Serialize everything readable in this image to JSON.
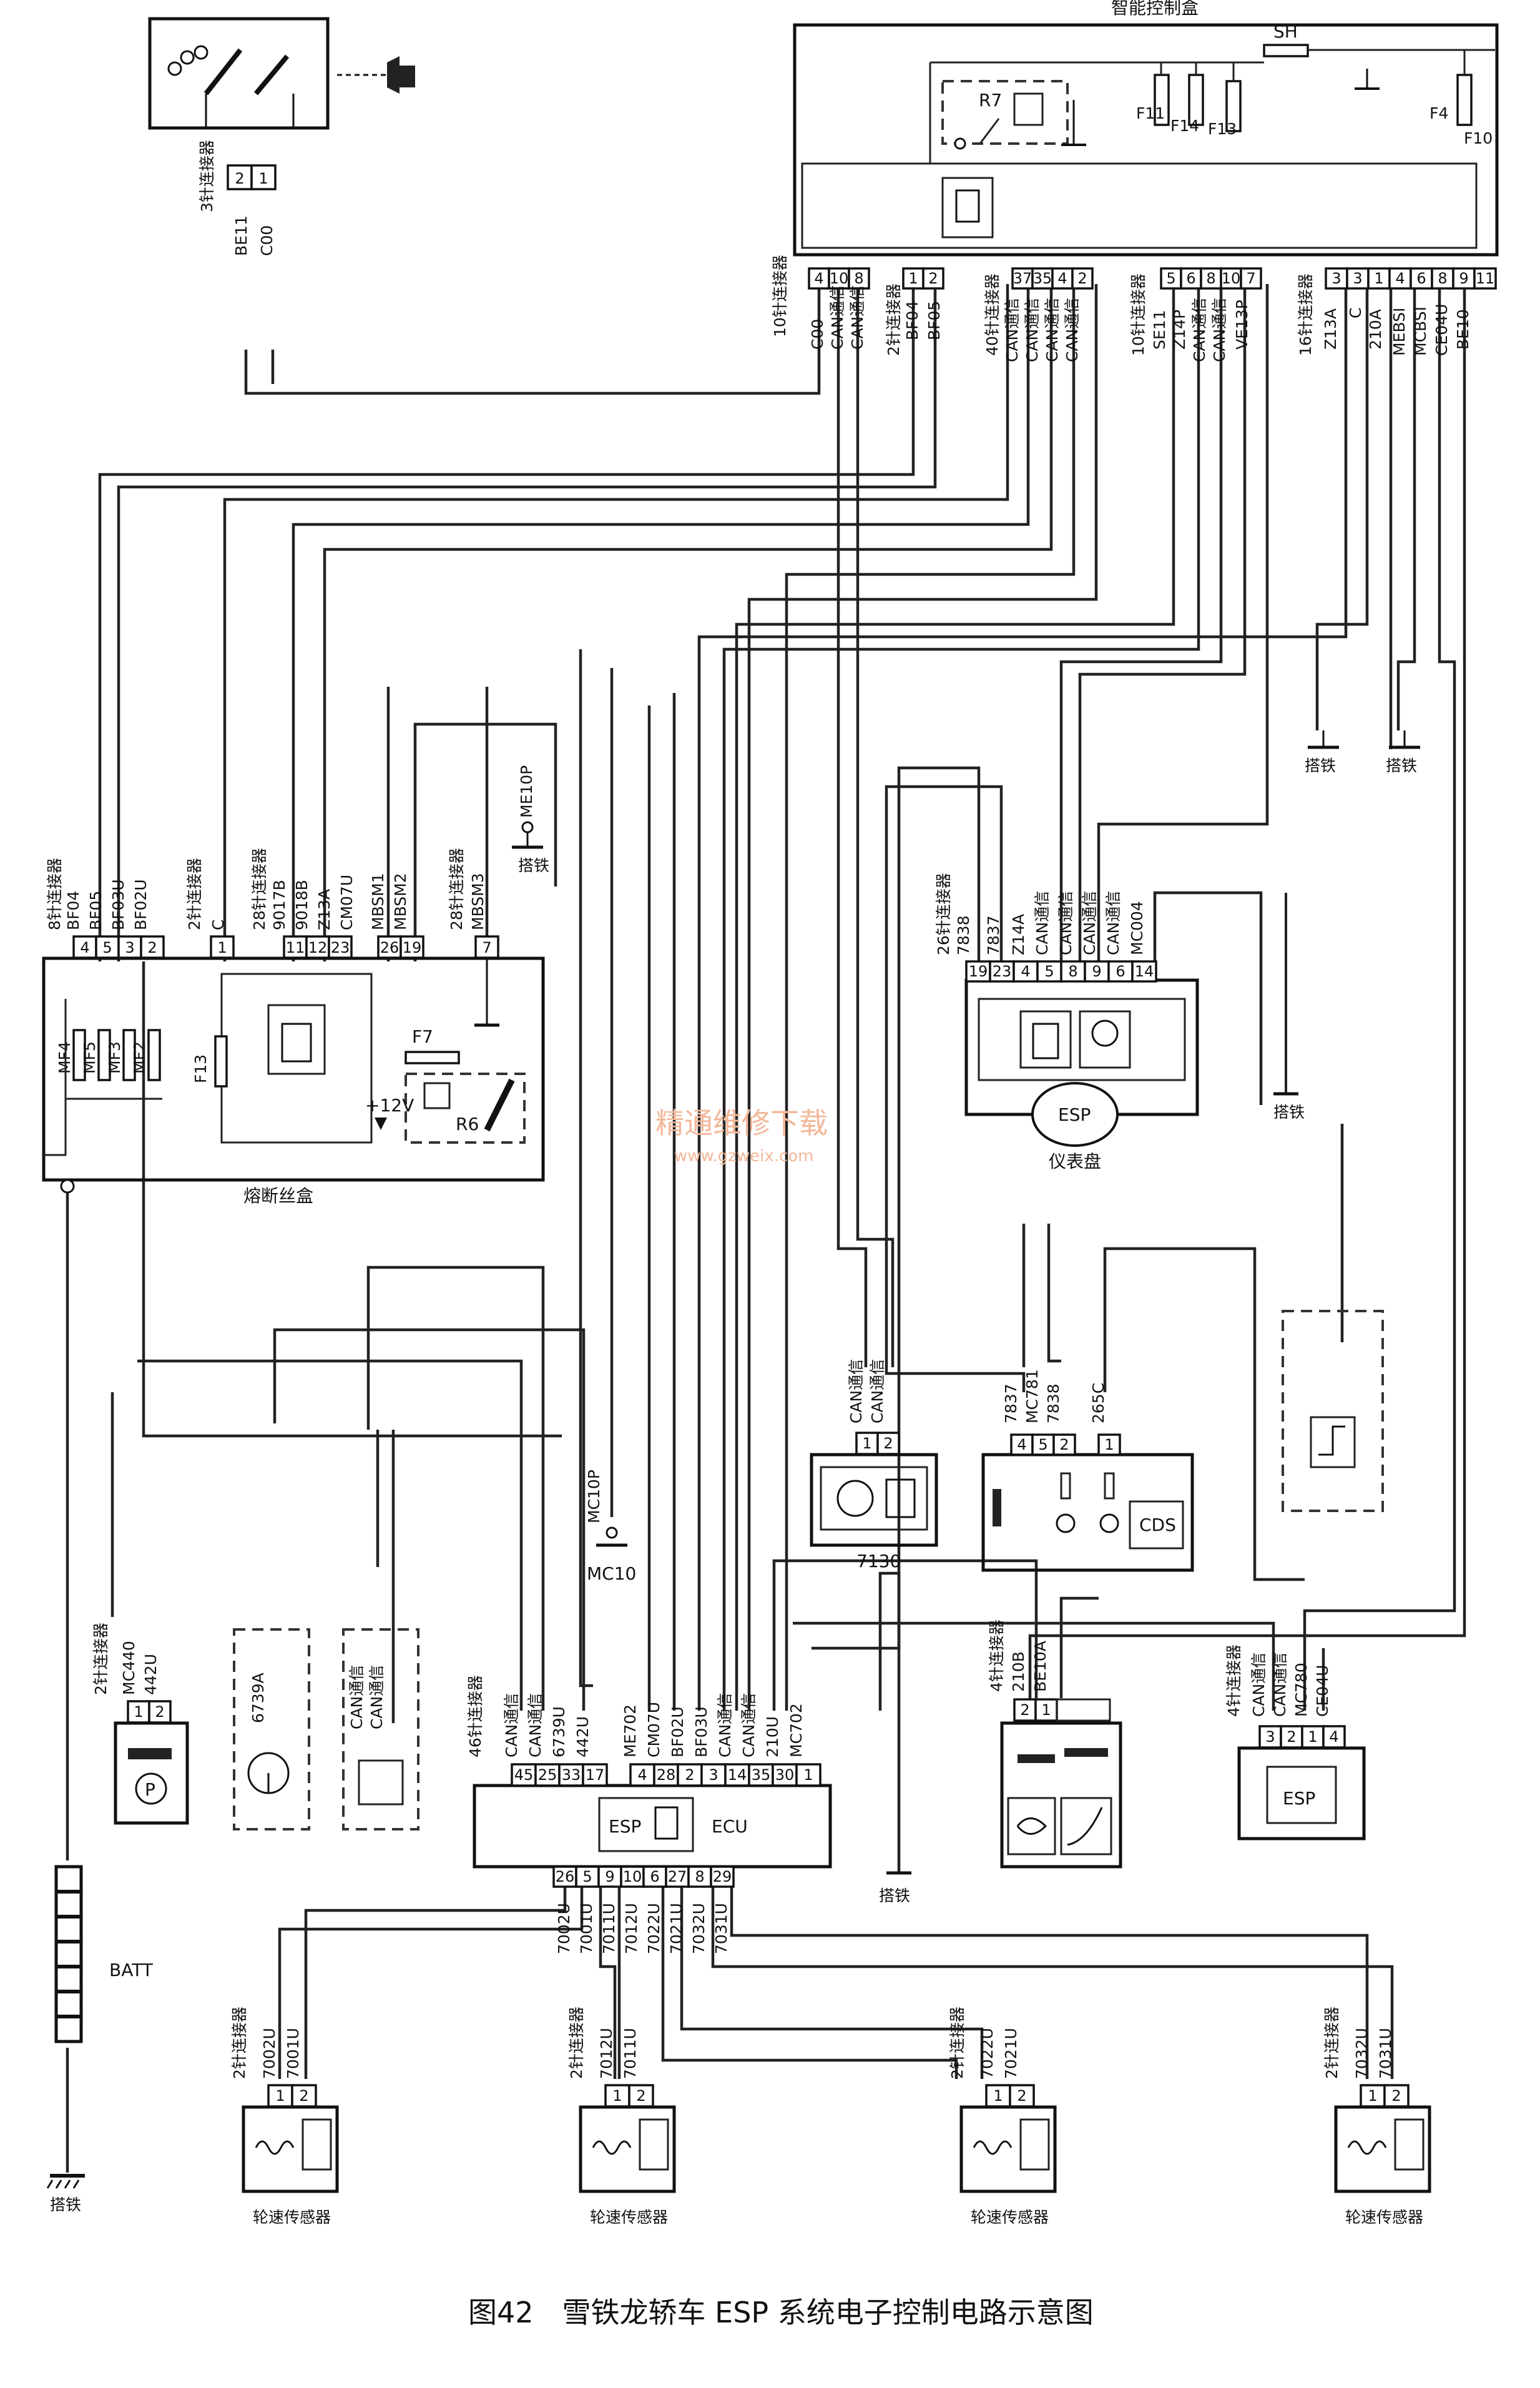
{
  "caption": "图42　雪铁龙轿车 ESP 系统电子控制电路示意图",
  "watermark": {
    "main": "精通维修下载",
    "url": "www.gzweix.com"
  },
  "bsi": {
    "title": "智能控制盒",
    "fuses": [
      "F11",
      "F14",
      "F13",
      "F4",
      "F10"
    ],
    "shunt": "SH",
    "relay": "R7",
    "conn10a": {
      "name": "10针连接器",
      "pins": [
        "4",
        "10",
        "8"
      ],
      "wires": [
        "C00",
        "CAN通信",
        "CAN通信"
      ]
    },
    "conn2": {
      "name": "2针连接器",
      "pins": [
        "1",
        "2"
      ],
      "wires": [
        "BF04",
        "BF05"
      ]
    },
    "conn40": {
      "name": "40针连接器",
      "pins": [
        "37",
        "35",
        "4",
        "2"
      ],
      "wires": [
        "CAN通信",
        "CAN通信",
        "CAN通信",
        "CAN通信"
      ]
    },
    "conn10b": {
      "name": "10针连接器",
      "pins": [
        "5",
        "6",
        "8",
        "10",
        "7"
      ],
      "wires": [
        "SE11",
        "Z14P",
        "CAN通信",
        "CAN通信",
        "VE13P"
      ]
    },
    "conn16": {
      "name": "16针连接器",
      "pins": [
        "3",
        "3",
        "1",
        "4",
        "6",
        "8",
        "9",
        "11"
      ],
      "wires": [
        "Z13A",
        "C",
        "210A",
        "MEBSI",
        "MCBSI",
        "CE04U",
        "BE10"
      ]
    }
  },
  "switch3": {
    "name": "3针连接器",
    "pins": [
      "2",
      "1"
    ],
    "wires": [
      "BE11",
      "C00"
    ]
  },
  "fusebox": {
    "title": "熔断丝盒",
    "conn8": {
      "name": "8针连接器",
      "pins": [
        "4",
        "5",
        "3",
        "2"
      ],
      "wires": [
        "BF04",
        "BF05",
        "BF03U",
        "BF02U"
      ]
    },
    "conn2": {
      "name": "2针连接器",
      "pins": [
        "1"
      ],
      "wires": [
        "C"
      ]
    },
    "conn28a": {
      "name": "28针连接器",
      "pins": [
        "11",
        "12",
        "23",
        "26",
        "19"
      ],
      "wires": [
        "9017B",
        "9018B",
        "Z13A",
        "CM07U",
        "MBSM1",
        "MBSM2"
      ]
    },
    "conn28b": {
      "name": "28针连接器",
      "pins": [
        "7"
      ],
      "wires": [
        "MBSM3"
      ]
    },
    "fuses": [
      "MF4",
      "MF5",
      "MF3",
      "MF2",
      "F13",
      "F7"
    ],
    "relay": "R6",
    "voltage": "+12V"
  },
  "ground_me10p": {
    "code": "ME10P",
    "label": "搭铁"
  },
  "cluster": {
    "title": "仪表盘",
    "conn": {
      "name": "26针连接器",
      "pins": [
        "19",
        "23",
        "4",
        "5",
        "8",
        "9",
        "6",
        "14"
      ],
      "wires": [
        "7838",
        "7837",
        "Z14A",
        "CAN通信",
        "CAN通信",
        "CAN通信",
        "CAN通信",
        "MC004"
      ]
    },
    "badge": "ESP",
    "ground": "搭铁"
  },
  "grounds_top": [
    "搭铁",
    "搭铁"
  ],
  "unit7130": {
    "title": "7130",
    "pins": [
      "1",
      "2"
    ],
    "wires": [
      "CAN通信",
      "CAN通信"
    ]
  },
  "cds_unit": {
    "pins": [
      "4",
      "5",
      "2",
      "1"
    ],
    "wires": [
      "7837",
      "MC781",
      "7838",
      "265C"
    ],
    "label": "CDS"
  },
  "mc10p": {
    "code": "MC10P",
    "label": "MC10"
  },
  "handbrake": {
    "name": "2针连接器",
    "pins": [
      "1",
      "2"
    ],
    "wires": [
      "MC440",
      "442U"
    ],
    "symbol": "P"
  },
  "sensor_6739": {
    "wire": "6739A"
  },
  "sensor_can": {
    "wires": [
      "CAN通信",
      "CAN通信"
    ]
  },
  "ecu": {
    "title": "ECU",
    "badge": "ESP",
    "top_conn": {
      "name": "46针连接器",
      "pins": [
        "45",
        "25",
        "33",
        "17",
        "4",
        "28",
        "2",
        "3",
        "14",
        "35",
        "30",
        "1"
      ],
      "wires": [
        "CAN通信",
        "CAN通信",
        "6739U",
        "442U",
        "ME702",
        "CM07U",
        "BF02U",
        "BF03U",
        "CAN通信",
        "CAN通信",
        "210U",
        "MC702"
      ]
    },
    "bottom_pins": [
      "26",
      "5",
      "9",
      "10",
      "6",
      "27",
      "8",
      "29"
    ],
    "bottom_wires": [
      "7002U",
      "7001U",
      "7011U",
      "7012U",
      "7022U",
      "7021U",
      "7032U",
      "7031U"
    ],
    "ground": "搭铁"
  },
  "brake_switch": {
    "name": "4针连接器",
    "pins": [
      "2",
      "1"
    ],
    "wires": [
      "210B",
      "BE10A"
    ]
  },
  "esp_switch": {
    "name": "4针连接器",
    "pins": [
      "3",
      "2",
      "1",
      "4"
    ],
    "wires": [
      "CAN通信",
      "CAN通信",
      "MC780",
      "CE04U"
    ],
    "badge": "ESP"
  },
  "battery": {
    "label": "BATT",
    "ground": "搭铁"
  },
  "wheel_sensors": [
    {
      "name": "2针连接器",
      "pins": [
        "1",
        "2"
      ],
      "wires": [
        "7002U",
        "7001U"
      ],
      "label": "轮速传感器"
    },
    {
      "name": "2针连接器",
      "pins": [
        "1",
        "2"
      ],
      "wires": [
        "7012U",
        "7011U"
      ],
      "label": "轮速传感器"
    },
    {
      "name": "2针连接器",
      "pins": [
        "1",
        "2"
      ],
      "wires": [
        "7022U",
        "7021U"
      ],
      "label": "轮速传感器"
    },
    {
      "name": "2针连接器",
      "pins": [
        "1",
        "2"
      ],
      "wires": [
        "7032U",
        "7031U"
      ],
      "label": "轮速传感器"
    }
  ]
}
